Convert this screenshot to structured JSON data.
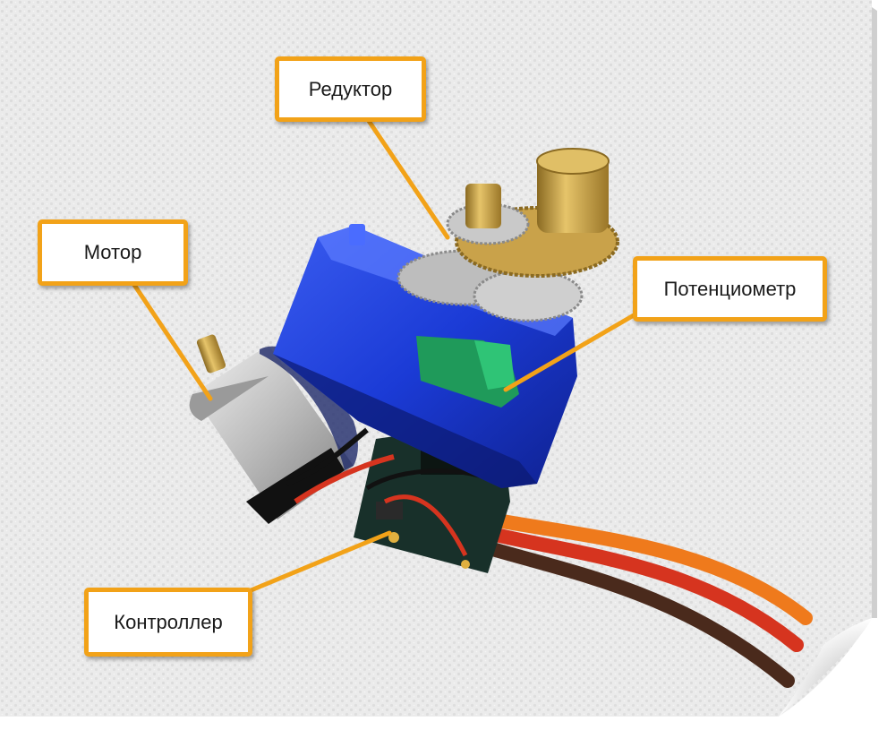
{
  "image": {
    "description_colors": {
      "callout_border": "#f2a218",
      "leader_line": "#f2a218",
      "background_fabric": "#ebebeb",
      "servo_housing": "#1f3fd0",
      "potentiometer": "#1f9a5a",
      "gear_brass": "#c9a24a",
      "gear_silver": "#c8c8c8",
      "motor_can": "#bdbdbd",
      "wire_orange": "#ef7a1c",
      "wire_red": "#d6341f",
      "wire_brown": "#4a2a1c"
    }
  },
  "labels": {
    "motor": "Мотор",
    "gearbox": "Редуктор",
    "potentiometer": "Потенциометр",
    "controller": "Контроллер"
  }
}
